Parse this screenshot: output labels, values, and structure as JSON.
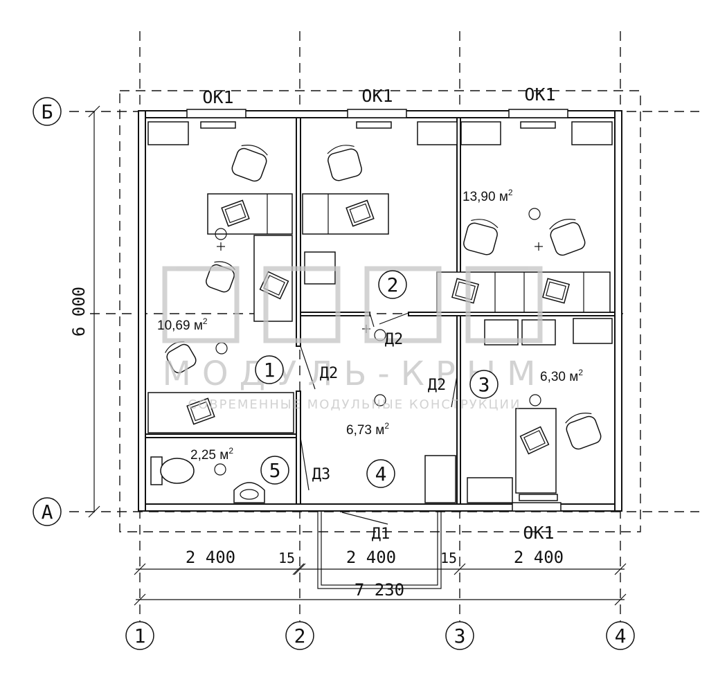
{
  "axes": {
    "rows": [
      "Б",
      "А"
    ],
    "cols": [
      "1",
      "2",
      "3",
      "4"
    ]
  },
  "dims": {
    "height": "6 000",
    "seg1": "2 400",
    "gap1": "15",
    "seg2": "2 400",
    "gap2": "15",
    "seg3": "2 400",
    "total": "7 230"
  },
  "windows": {
    "top1": "ОК1",
    "top2": "ОК1",
    "top3": "ОК1",
    "bottom": "ОК1"
  },
  "doors": {
    "d1": "Д1",
    "d2a": "Д2",
    "d2b": "Д2",
    "d2c": "Д2",
    "d3": "Д3"
  },
  "rooms": [
    {
      "number": "1",
      "area": "10,69 м",
      "sup": "2"
    },
    {
      "number": "2",
      "area": "13,90 м",
      "sup": "2"
    },
    {
      "number": "3",
      "area": "6,30 м",
      "sup": "2"
    },
    {
      "number": "4",
      "area": "6,73 м",
      "sup": "2"
    },
    {
      "number": "5",
      "area": "2,25 м",
      "sup": "2"
    }
  ],
  "watermark": {
    "name": "МОДУЛЬ-КРЫМ",
    "tagline": "СОВРЕМЕННЫЕ МОДУЛЬНЫЕ КОНСТРУКЦИИ"
  }
}
